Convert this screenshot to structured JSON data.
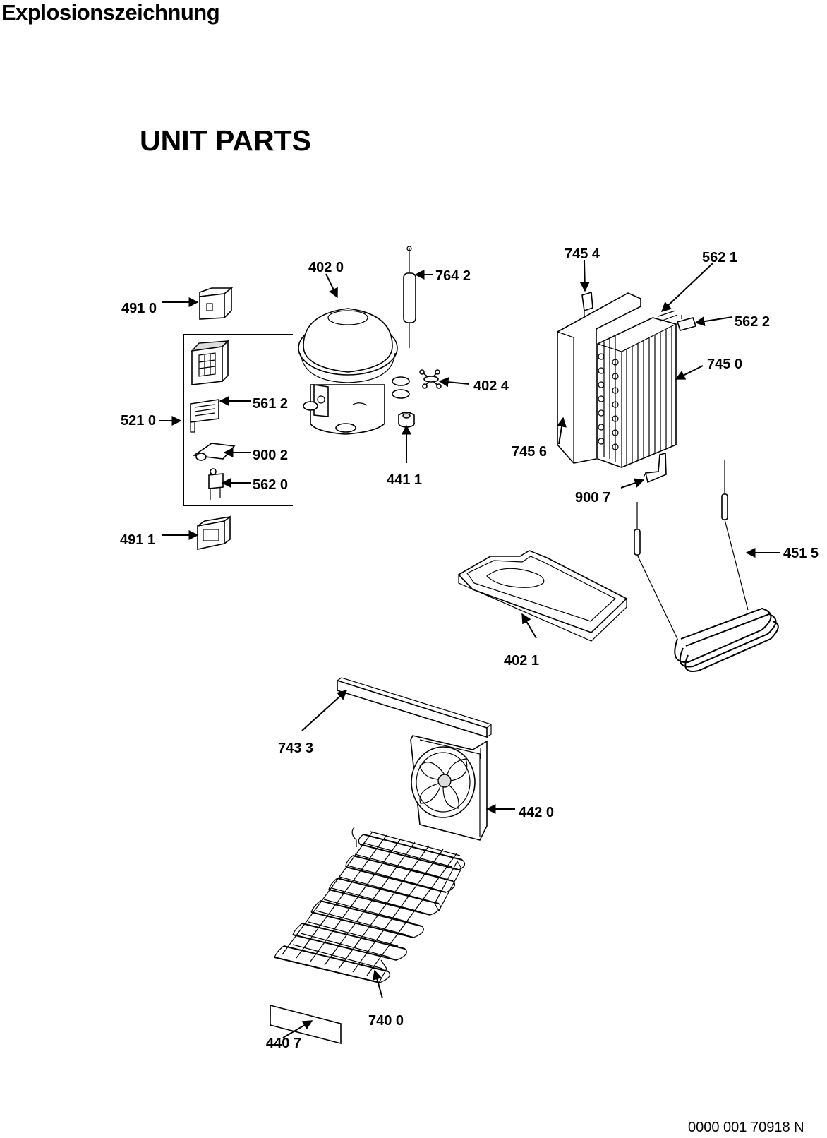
{
  "document": {
    "title": "Explosionszeichnung",
    "section": "UNIT PARTS",
    "code": "0000 001 70918 N"
  },
  "labels": {
    "p4910": "491 0",
    "p4020": "402 0",
    "p7642": "764 2",
    "p7454": "745 4",
    "p5621": "562 1",
    "p5622": "562 2",
    "p5210": "521 0",
    "p5612": "561 2",
    "p4024": "402 4",
    "p7450": "745 0",
    "p9002": "900 2",
    "p7456": "745 6",
    "p4411": "441 1",
    "p5620": "562 0",
    "p9007": "900 7",
    "p4911": "491 1",
    "p4515": "451 5",
    "p4021": "402 1",
    "p7433": "743 3",
    "p4420": "442 0",
    "p7400": "740 0",
    "p4407": "440 7"
  }
}
